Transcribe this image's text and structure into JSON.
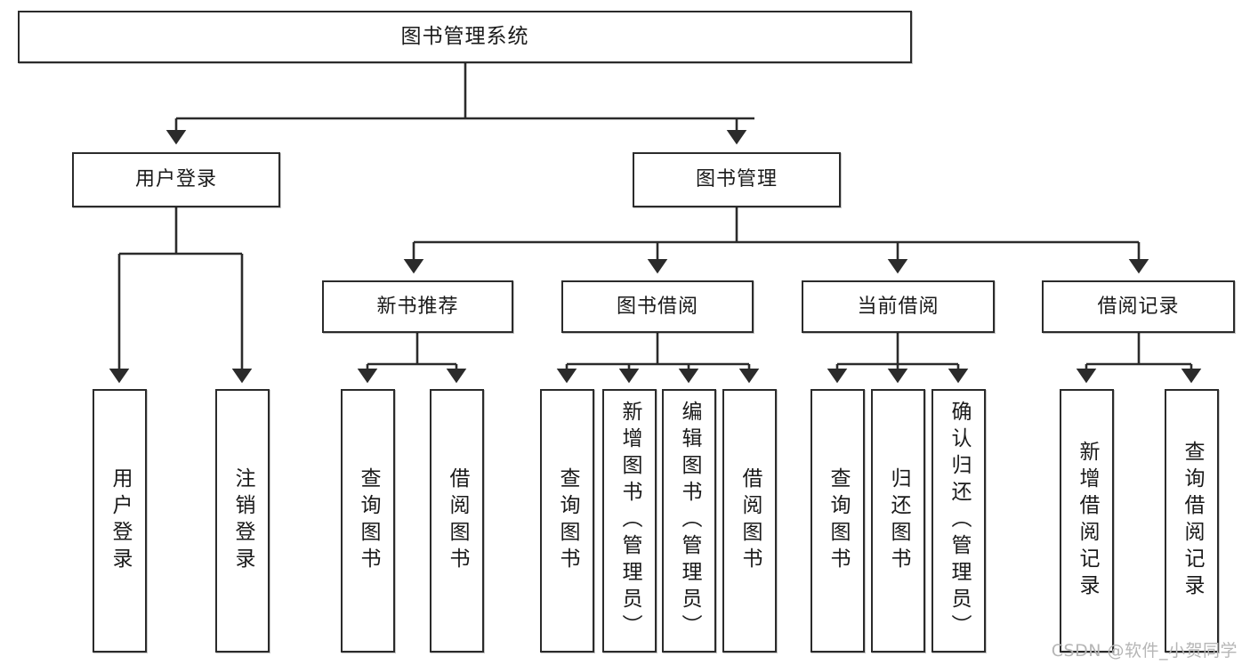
{
  "diagram": {
    "type": "tree",
    "title": "图书管理系统",
    "orientation": "top-down",
    "edge_color": "#2b2b2b",
    "node_border_color": "#2b2b2b",
    "node_fill_color": "#ffffff",
    "text_color": "#1a1a1a",
    "watermark": "CSDN @软件_小贺同学"
  },
  "nodes": {
    "root": {
      "label": "图书管理系统"
    },
    "level2": [
      {
        "label": "用户登录"
      },
      {
        "label": "图书管理"
      }
    ],
    "level3": [
      {
        "label": "新书推荐"
      },
      {
        "label": "图书借阅"
      },
      {
        "label": "当前借阅"
      },
      {
        "label": "借阅记录"
      }
    ],
    "leaves": {
      "user_login": [
        {
          "label": "用户登录"
        },
        {
          "label": "注销登录"
        }
      ],
      "new_book_recommend": [
        {
          "label": "查询图书"
        },
        {
          "label": "借阅图书"
        }
      ],
      "book_borrow": [
        {
          "label": "查询图书"
        },
        {
          "label": "新增图书（管理员）"
        },
        {
          "label": "编辑图书（管理员）"
        },
        {
          "label": "借阅图书"
        }
      ],
      "current_borrow": [
        {
          "label": "查询图书"
        },
        {
          "label": "归还图书"
        },
        {
          "label": "确认归还（管理员）"
        }
      ],
      "borrow_record": [
        {
          "label": "新增借阅记录"
        },
        {
          "label": "查询借阅记录"
        }
      ]
    }
  }
}
